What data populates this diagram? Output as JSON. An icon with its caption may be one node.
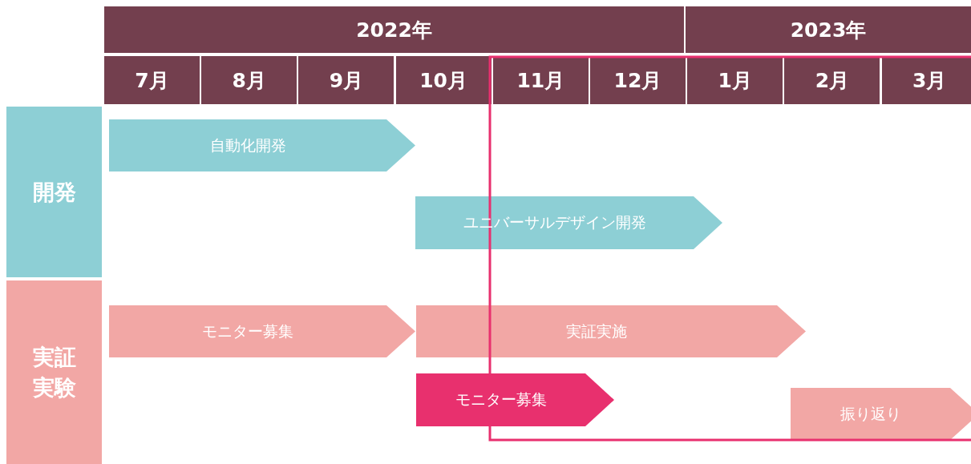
{
  "diagram": {
    "nodes": [
      {
        "text": [
          "2022年"
        ]
      },
      {
        "text": [
          "2023年"
        ]
      },
      {
        "text": [
          "7月"
        ]
      },
      {
        "text": [
          "8月"
        ]
      },
      {
        "text": [
          "9月"
        ]
      },
      {
        "text": [
          "10月"
        ]
      },
      {
        "text": [
          "11月"
        ]
      },
      {
        "text": [
          "12月"
        ]
      },
      {
        "text": [
          "1月"
        ]
      },
      {
        "text": [
          "2月"
        ]
      },
      {
        "text": [
          "3月"
        ]
      },
      {
        "text": [
          "開発"
        ]
      },
      {
        "text": [
          "実証実験"
        ]
      },
      {
        "text": [
          "自動化開発"
        ]
      },
      {
        "text": [
          "ユニバーサルデザイン開発"
        ]
      },
      {
        "text": [
          "モニター募集"
        ]
      },
      {
        "text": [
          "実証実施"
        ]
      },
      {
        "text": [
          "モニター募集"
        ]
      },
      {
        "text": [
          "振り返り"
        ]
      }
    ]
  }
}
